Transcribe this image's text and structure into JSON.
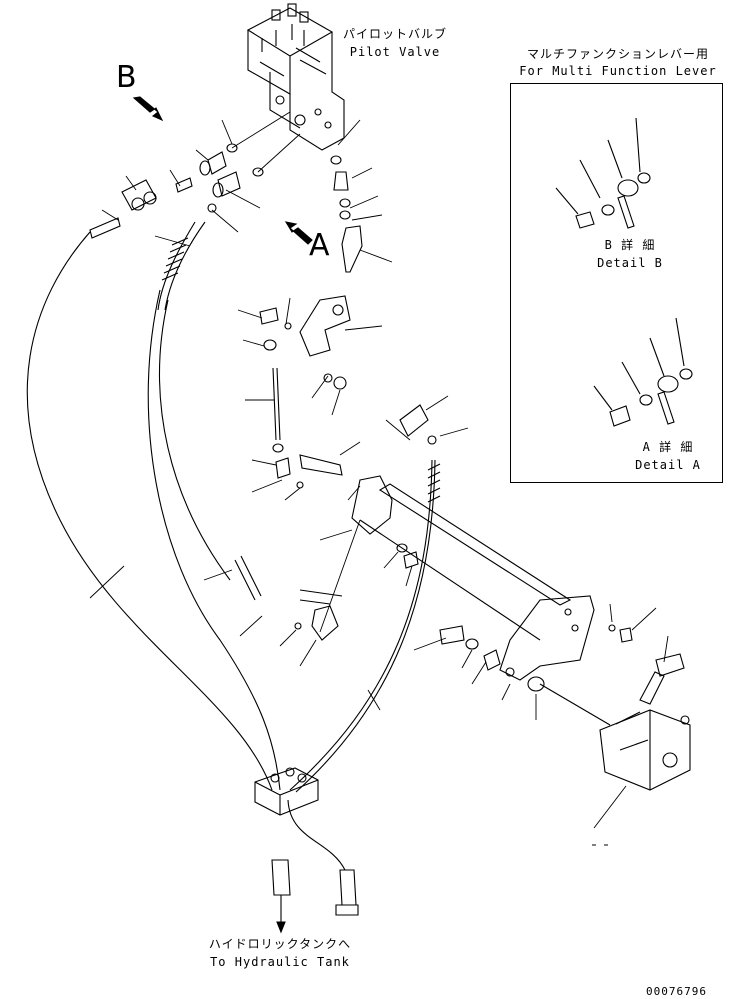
{
  "labels": {
    "pilot_valve_jp": "パイロットバルブ",
    "pilot_valve_en": "Pilot Valve",
    "mfl_jp": "マルチファンクションレバー用",
    "mfl_en": "For Multi Function Lever",
    "detail_b_jp": "B 詳 細",
    "detail_b_en": "Detail B",
    "detail_a_jp": "A 詳 細",
    "detail_a_en": "Detail A",
    "tank_jp": "ハイドロリックタンクへ",
    "tank_en": "To Hydraulic Tank",
    "view_b": "B",
    "view_a": "A",
    "drawing_no": "00076796"
  }
}
